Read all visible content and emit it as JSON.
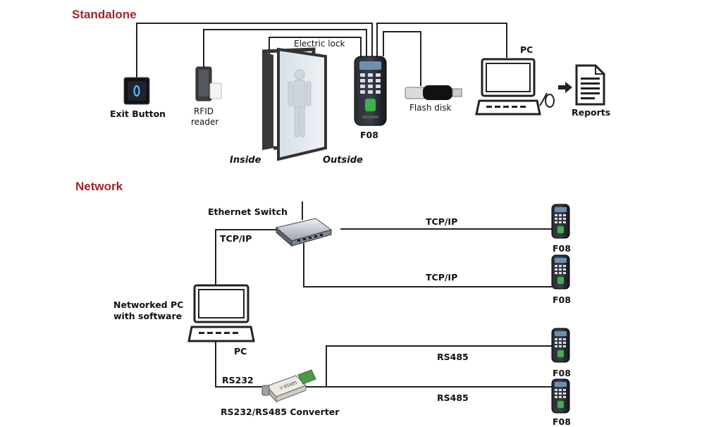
{
  "sections": {
    "standalone_title": "Standalone",
    "network_title": "Network"
  },
  "standalone": {
    "exit_button": "Exit Button",
    "rfid_line1": "RFID",
    "rfid_line2": "reader",
    "electric_lock": "Electric lock",
    "device": "F08",
    "flash_disk": "Flash disk",
    "pc": "PC",
    "reports": "Reports",
    "inside": "Inside",
    "outside": "Outside"
  },
  "network": {
    "ethernet_switch": "Ethernet Switch",
    "tcpip_left": "TCP/IP",
    "tcpip_1": "TCP/IP",
    "tcpip_2": "TCP/IP",
    "networked_pc_line1": "Networked PC",
    "networked_pc_line2": "with software",
    "pc": "PC",
    "rs232": "RS232",
    "rs485_1": "RS485",
    "rs485_2": "RS485",
    "converter": "RS232/RS485 Converter",
    "devices": [
      "F08",
      "F08",
      "F08",
      "F08"
    ]
  },
  "colors": {
    "section_title": "#a0252a",
    "device_body": "#1a1c22",
    "line": "#222222"
  }
}
